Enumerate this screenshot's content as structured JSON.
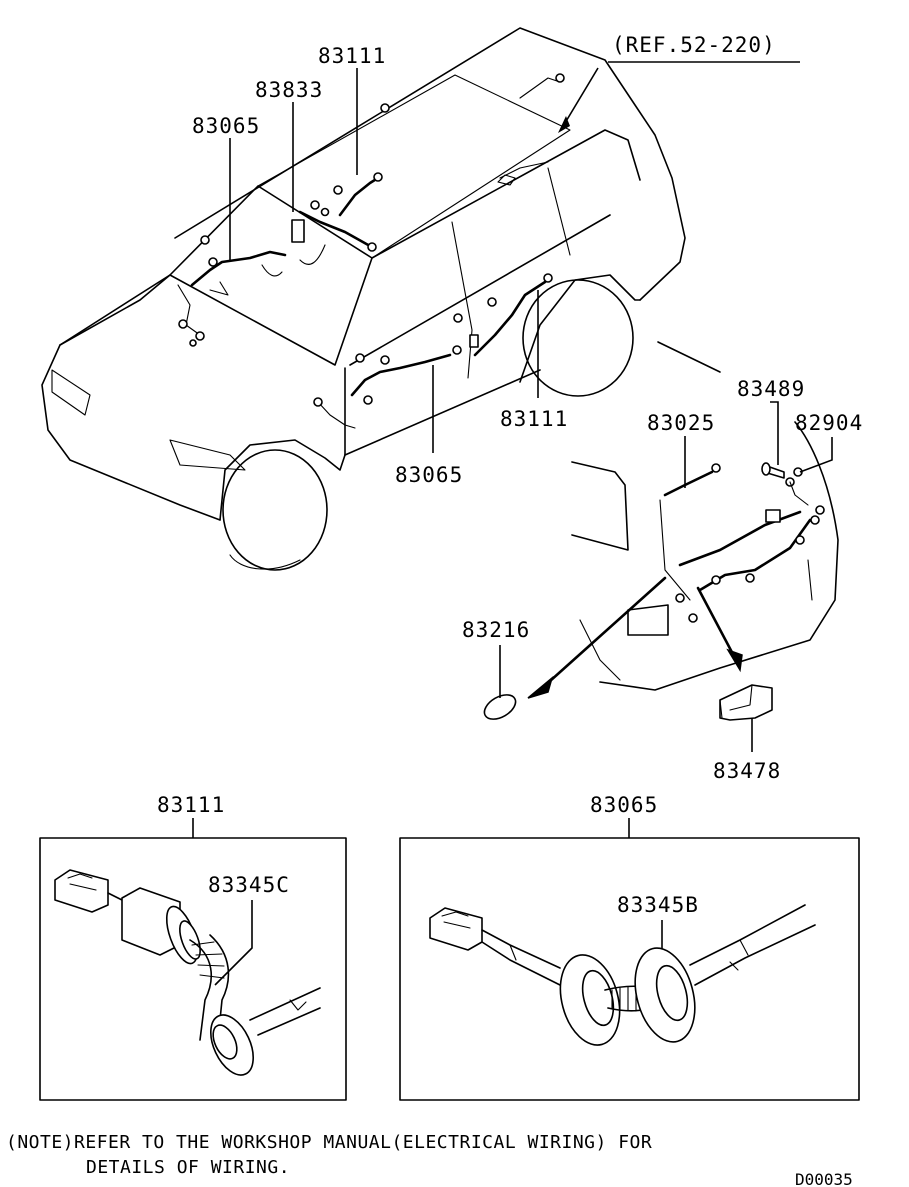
{
  "labels": {
    "ref": "(REF.52-220)",
    "p83111_top": "83111",
    "p83833": "83833",
    "p83065_top": "83065",
    "p83111_door": "83111",
    "p83065_door": "83065",
    "p83489": "83489",
    "p83025": "83025",
    "p82904": "82904",
    "p83216": "83216",
    "p83478": "83478",
    "detail_left_title": "83111",
    "detail_left_part": "83345C",
    "detail_right_title": "83065",
    "detail_right_part": "83345B"
  },
  "note": {
    "line1": "(NOTE)REFER TO THE WORKSHOP MANUAL(ELECTRICAL WIRING) FOR",
    "line2": "DETAILS OF WIRING."
  },
  "diagram_code": "D00035"
}
